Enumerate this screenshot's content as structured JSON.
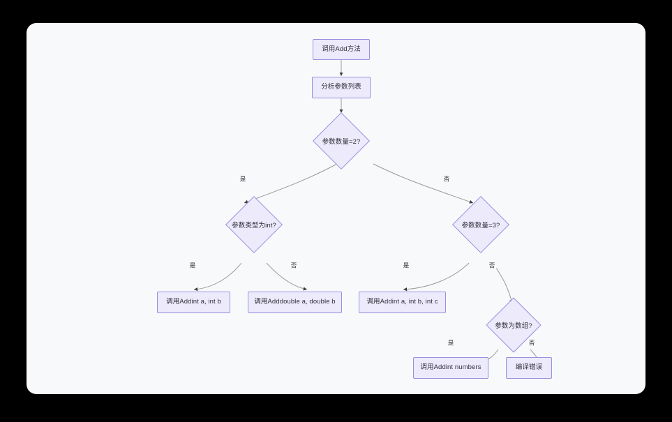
{
  "diagram": {
    "title": "Add method overload resolution flowchart",
    "theme": {
      "page_background": "#000000",
      "card_background": "#F8F9FB",
      "node_fill": "#ECEAFB",
      "node_stroke": "#9A8FDF",
      "edge_stroke": "#999999",
      "text_color": "#2F2F3A"
    },
    "nodes": [
      {
        "id": "n1",
        "type": "process",
        "label": "调用Add方法"
      },
      {
        "id": "n2",
        "type": "process",
        "label": "分析参数列表"
      },
      {
        "id": "n3",
        "type": "decision",
        "label": "参数数量=2?"
      },
      {
        "id": "n4",
        "type": "decision",
        "label": "参数类型为int?"
      },
      {
        "id": "n5",
        "type": "decision",
        "label": "参数数量=3?"
      },
      {
        "id": "n6",
        "type": "process",
        "label": "调用Addint a, int b"
      },
      {
        "id": "n7",
        "type": "process",
        "label": "调用Adddouble a, double b"
      },
      {
        "id": "n8",
        "type": "process",
        "label": "调用Addint a, int b, int c"
      },
      {
        "id": "n9",
        "type": "decision",
        "label": "参数为数组?"
      },
      {
        "id": "n10",
        "type": "process",
        "label": "调用Addint numbers"
      },
      {
        "id": "n11",
        "type": "process",
        "label": "编译错误"
      }
    ],
    "edges": [
      {
        "from": "n1",
        "to": "n2",
        "label": ""
      },
      {
        "from": "n2",
        "to": "n3",
        "label": ""
      },
      {
        "from": "n3",
        "to": "n4",
        "label": "是"
      },
      {
        "from": "n3",
        "to": "n5",
        "label": "否"
      },
      {
        "from": "n4",
        "to": "n6",
        "label": "是"
      },
      {
        "from": "n4",
        "to": "n7",
        "label": "否"
      },
      {
        "from": "n5",
        "to": "n8",
        "label": "是"
      },
      {
        "from": "n5",
        "to": "n9",
        "label": "否"
      },
      {
        "from": "n9",
        "to": "n10",
        "label": "是"
      },
      {
        "from": "n9",
        "to": "n11",
        "label": "否"
      }
    ]
  }
}
